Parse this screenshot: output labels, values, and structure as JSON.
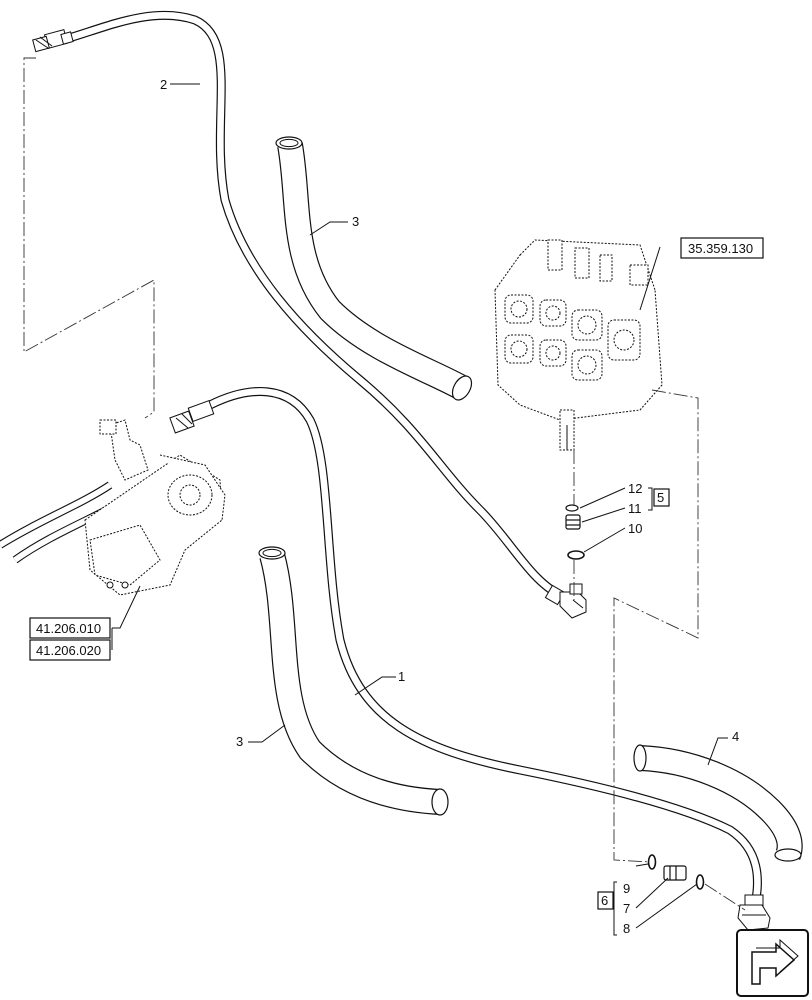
{
  "callouts": {
    "c1": "1",
    "c2": "2",
    "c3a": "3",
    "c3b": "3",
    "c4": "4",
    "c5": "5",
    "c6": "6",
    "c7": "7",
    "c8": "8",
    "c9": "9",
    "c10": "10",
    "c11": "11",
    "c12": "12"
  },
  "references": {
    "valve": "35.359.130",
    "motor_a": "41.206.010",
    "motor_b": "41.206.020"
  },
  "icons": {
    "nav": "return-arrow-icon"
  }
}
